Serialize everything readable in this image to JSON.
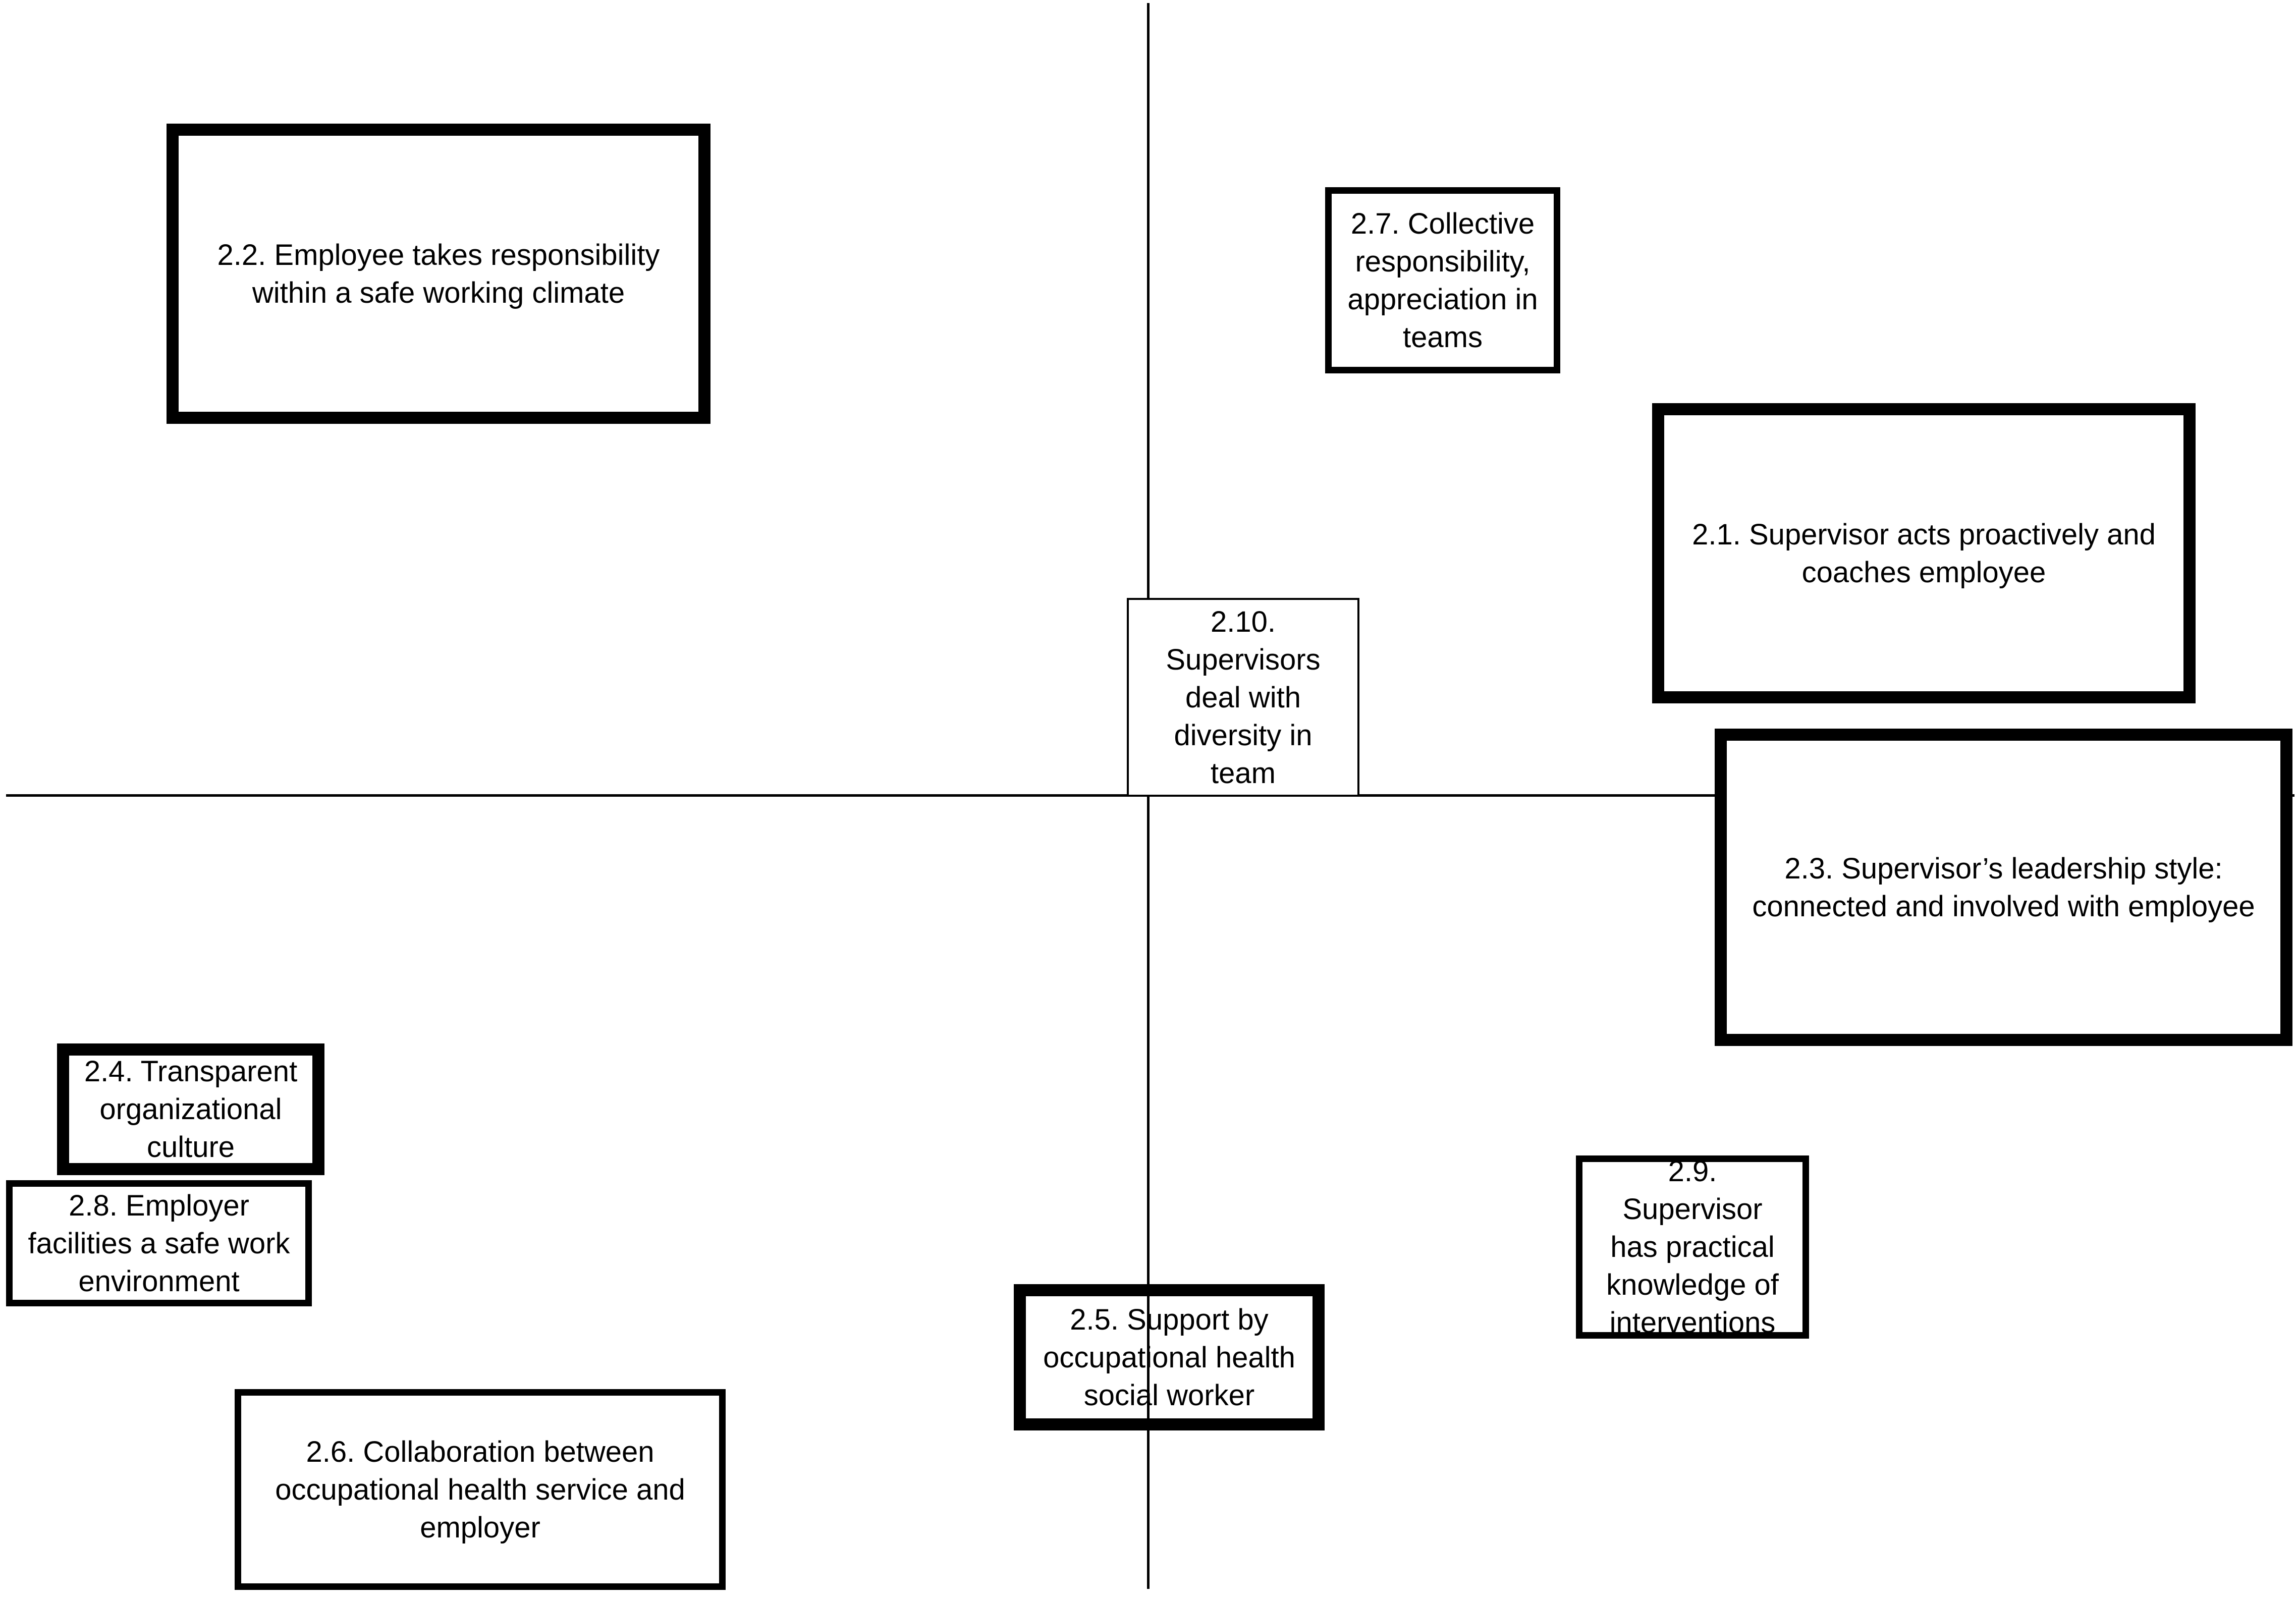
{
  "axes": {
    "horizontal_label": "",
    "vertical_label": ""
  },
  "boxes": [
    {
      "id": "2.2",
      "text": "2.2. Employee takes responsibility\nwithin a safe working climate",
      "border": "thick"
    },
    {
      "id": "2.7",
      "text": "2.7. Collective\nresponsibility,\nappreciation in\nteams",
      "border": "medium"
    },
    {
      "id": "2.1",
      "text": "2.1. Supervisor acts proactively and\ncoaches employee",
      "border": "thick"
    },
    {
      "id": "2.10",
      "text": "2.10.\nSupervisors\ndeal with\ndiversity in\nteam",
      "border": "thin"
    },
    {
      "id": "2.3",
      "text": "2.3. Supervisor’s leadership style:\nconnected and involved with employee",
      "border": "thick"
    },
    {
      "id": "2.4",
      "text": "2.4. Transparent\norganizational\nculture",
      "border": "thick"
    },
    {
      "id": "2.8",
      "text": "2.8. Employer\nfacilities a safe work\nenvironment",
      "border": "medium"
    },
    {
      "id": "2.9",
      "text": "2.9.\nSupervisor\nhas practical\nknowledge of\ninterventions",
      "border": "medium"
    },
    {
      "id": "2.5",
      "text": "2.5. Support by\noccupational health\nsocial worker",
      "border": "thick"
    },
    {
      "id": "2.6",
      "text": "2.6. Collaboration between\noccupational health service and\nemployer",
      "border": "medium"
    }
  ]
}
